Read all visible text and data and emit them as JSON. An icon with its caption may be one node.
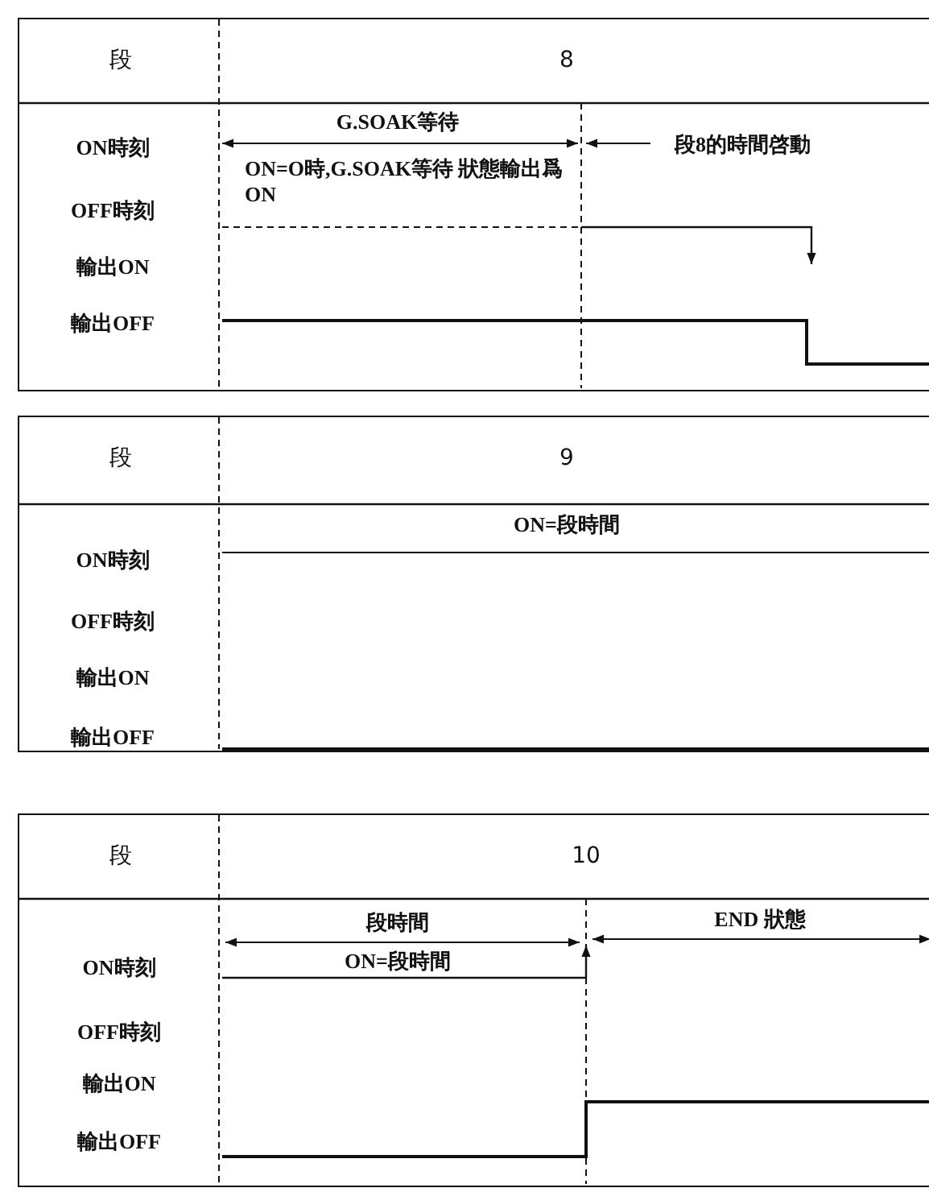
{
  "diagram": {
    "nodes": [
      {
        "text": [
          "段",
          "8",
          "ON時刻",
          "OFF時刻",
          "輸出ON",
          "輸出OFF",
          "G.SOAK等待",
          "ON=O時,G.SOAK等待 狀態輸出爲ON",
          "段8的時間啓動"
        ]
      },
      {
        "text": [
          "段",
          "9",
          "ON時刻",
          "OFF時刻",
          "輸出ON",
          "輸出OFF",
          "ON=段時間"
        ]
      },
      {
        "text": [
          "段",
          "10",
          "ON時刻",
          "OFF時刻",
          "輸出ON",
          "輸出OFF",
          "段時間",
          "ON=段時間",
          "END 狀態"
        ]
      }
    ]
  }
}
